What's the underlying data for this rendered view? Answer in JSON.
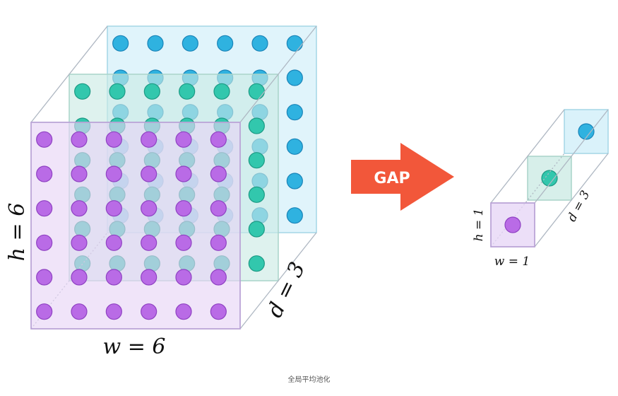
{
  "diagram": {
    "input_block": {
      "w_label": "w = 6",
      "h_label": "h = 6",
      "d_label": "d = 3",
      "grid": {
        "rows": 6,
        "cols": 6,
        "depth": 3
      }
    },
    "arrow_label": "GAP",
    "output_block": {
      "w_label": "w = 1",
      "h_label": "h = 1",
      "d_label": "d = 3",
      "grid": {
        "rows": 1,
        "cols": 1,
        "depth": 3
      }
    },
    "caption": "全局平均池化"
  },
  "colors": {
    "slice_front_fill": "#e6d4f6",
    "slice_front_stroke": "#b9a3d6",
    "slice_mid_fill": "#c9eae3",
    "slice_mid_stroke": "#a9d4c9",
    "slice_back_fill": "#cdeef8",
    "slice_back_stroke": "#a4d6e6",
    "dot_front": "#b96be6",
    "dot_front_stroke": "#8f42c2",
    "dot_mid": "#32c7ad",
    "dot_mid_stroke": "#1c9a84",
    "dot_back": "#2fb2e0",
    "dot_back_stroke": "#1a84b8",
    "edge": "#aeb7c2",
    "arrow": "#f2573a"
  }
}
